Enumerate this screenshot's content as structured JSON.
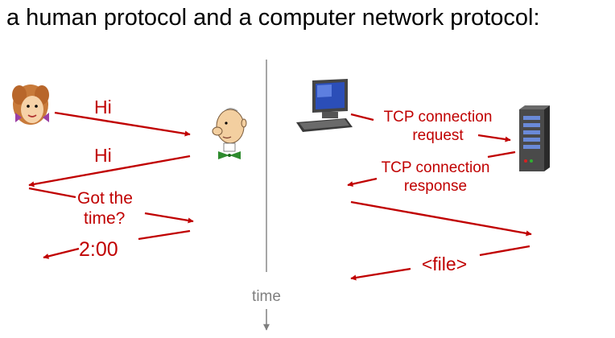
{
  "title": "a human protocol and a computer network protocol:",
  "colors": {
    "arrow": "#c00000",
    "timeline": "#a6a6a6",
    "text": "#000000"
  },
  "human": {
    "msg1": "Hi",
    "msg2": "Hi",
    "msg3_line1": "Got the",
    "msg3_line2": "time?",
    "msg4": "2:00"
  },
  "network": {
    "req_line1": "TCP connection",
    "req_line2": "request",
    "resp_line1": "TCP connection",
    "resp_line2": "response",
    "file": "<file>"
  },
  "time_label": "time",
  "icons": [
    "woman-face-icon",
    "man-face-icon",
    "desktop-computer-icon",
    "server-icon"
  ]
}
